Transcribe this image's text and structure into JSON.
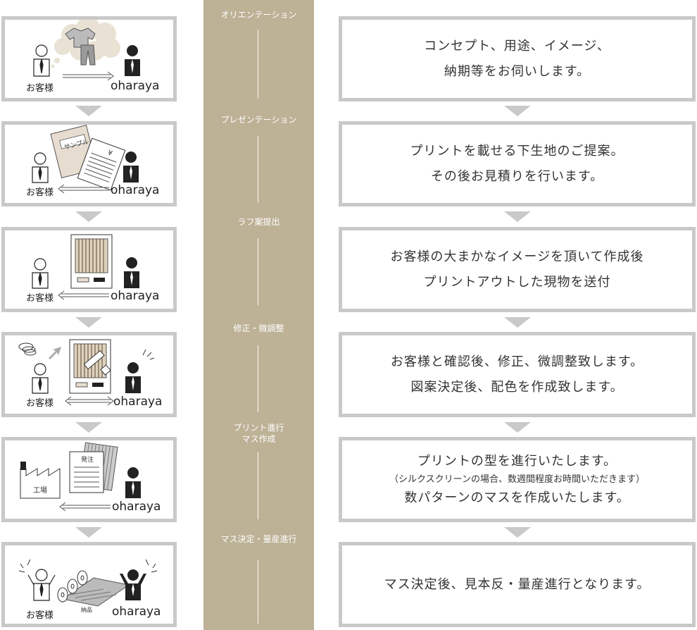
{
  "labels": {
    "customer": "お客様",
    "company": "oharaya"
  },
  "steps": [
    {
      "title": "オリエンテーション",
      "lines": [
        "コンセプト、用途、イメージ、",
        "納期等をお伺いします。"
      ]
    },
    {
      "title": "プレゼンテーション",
      "lines": [
        "プリントを載せる下生地のご提案。",
        "その後お見積りを行います。"
      ]
    },
    {
      "title": "ラフ案提出",
      "lines": [
        "お客様の大まかなイメージを頂いて作成後",
        "プリントアウトした現物を送付"
      ]
    },
    {
      "title": "修正・微調整",
      "lines": [
        "お客様と確認後、修正、微調整致します。",
        "図案決定後、配色を作成致します。"
      ]
    },
    {
      "title": "プリント進行\nマス作成",
      "lines": [
        "プリントの型を進行いたします。",
        "（シルクスクリーンの場合、数週間程度お時間いただきます）",
        "数パターンのマスを作成いたします。"
      ]
    },
    {
      "title": "マス決定・量産進行",
      "lines": [
        "マス決定後、見本反・量産進行となります。"
      ]
    }
  ],
  "illustration_text": {
    "sample": "サンプル",
    "yen": "¥",
    "order": "発注",
    "factory": "工場",
    "delivery": "納品"
  }
}
